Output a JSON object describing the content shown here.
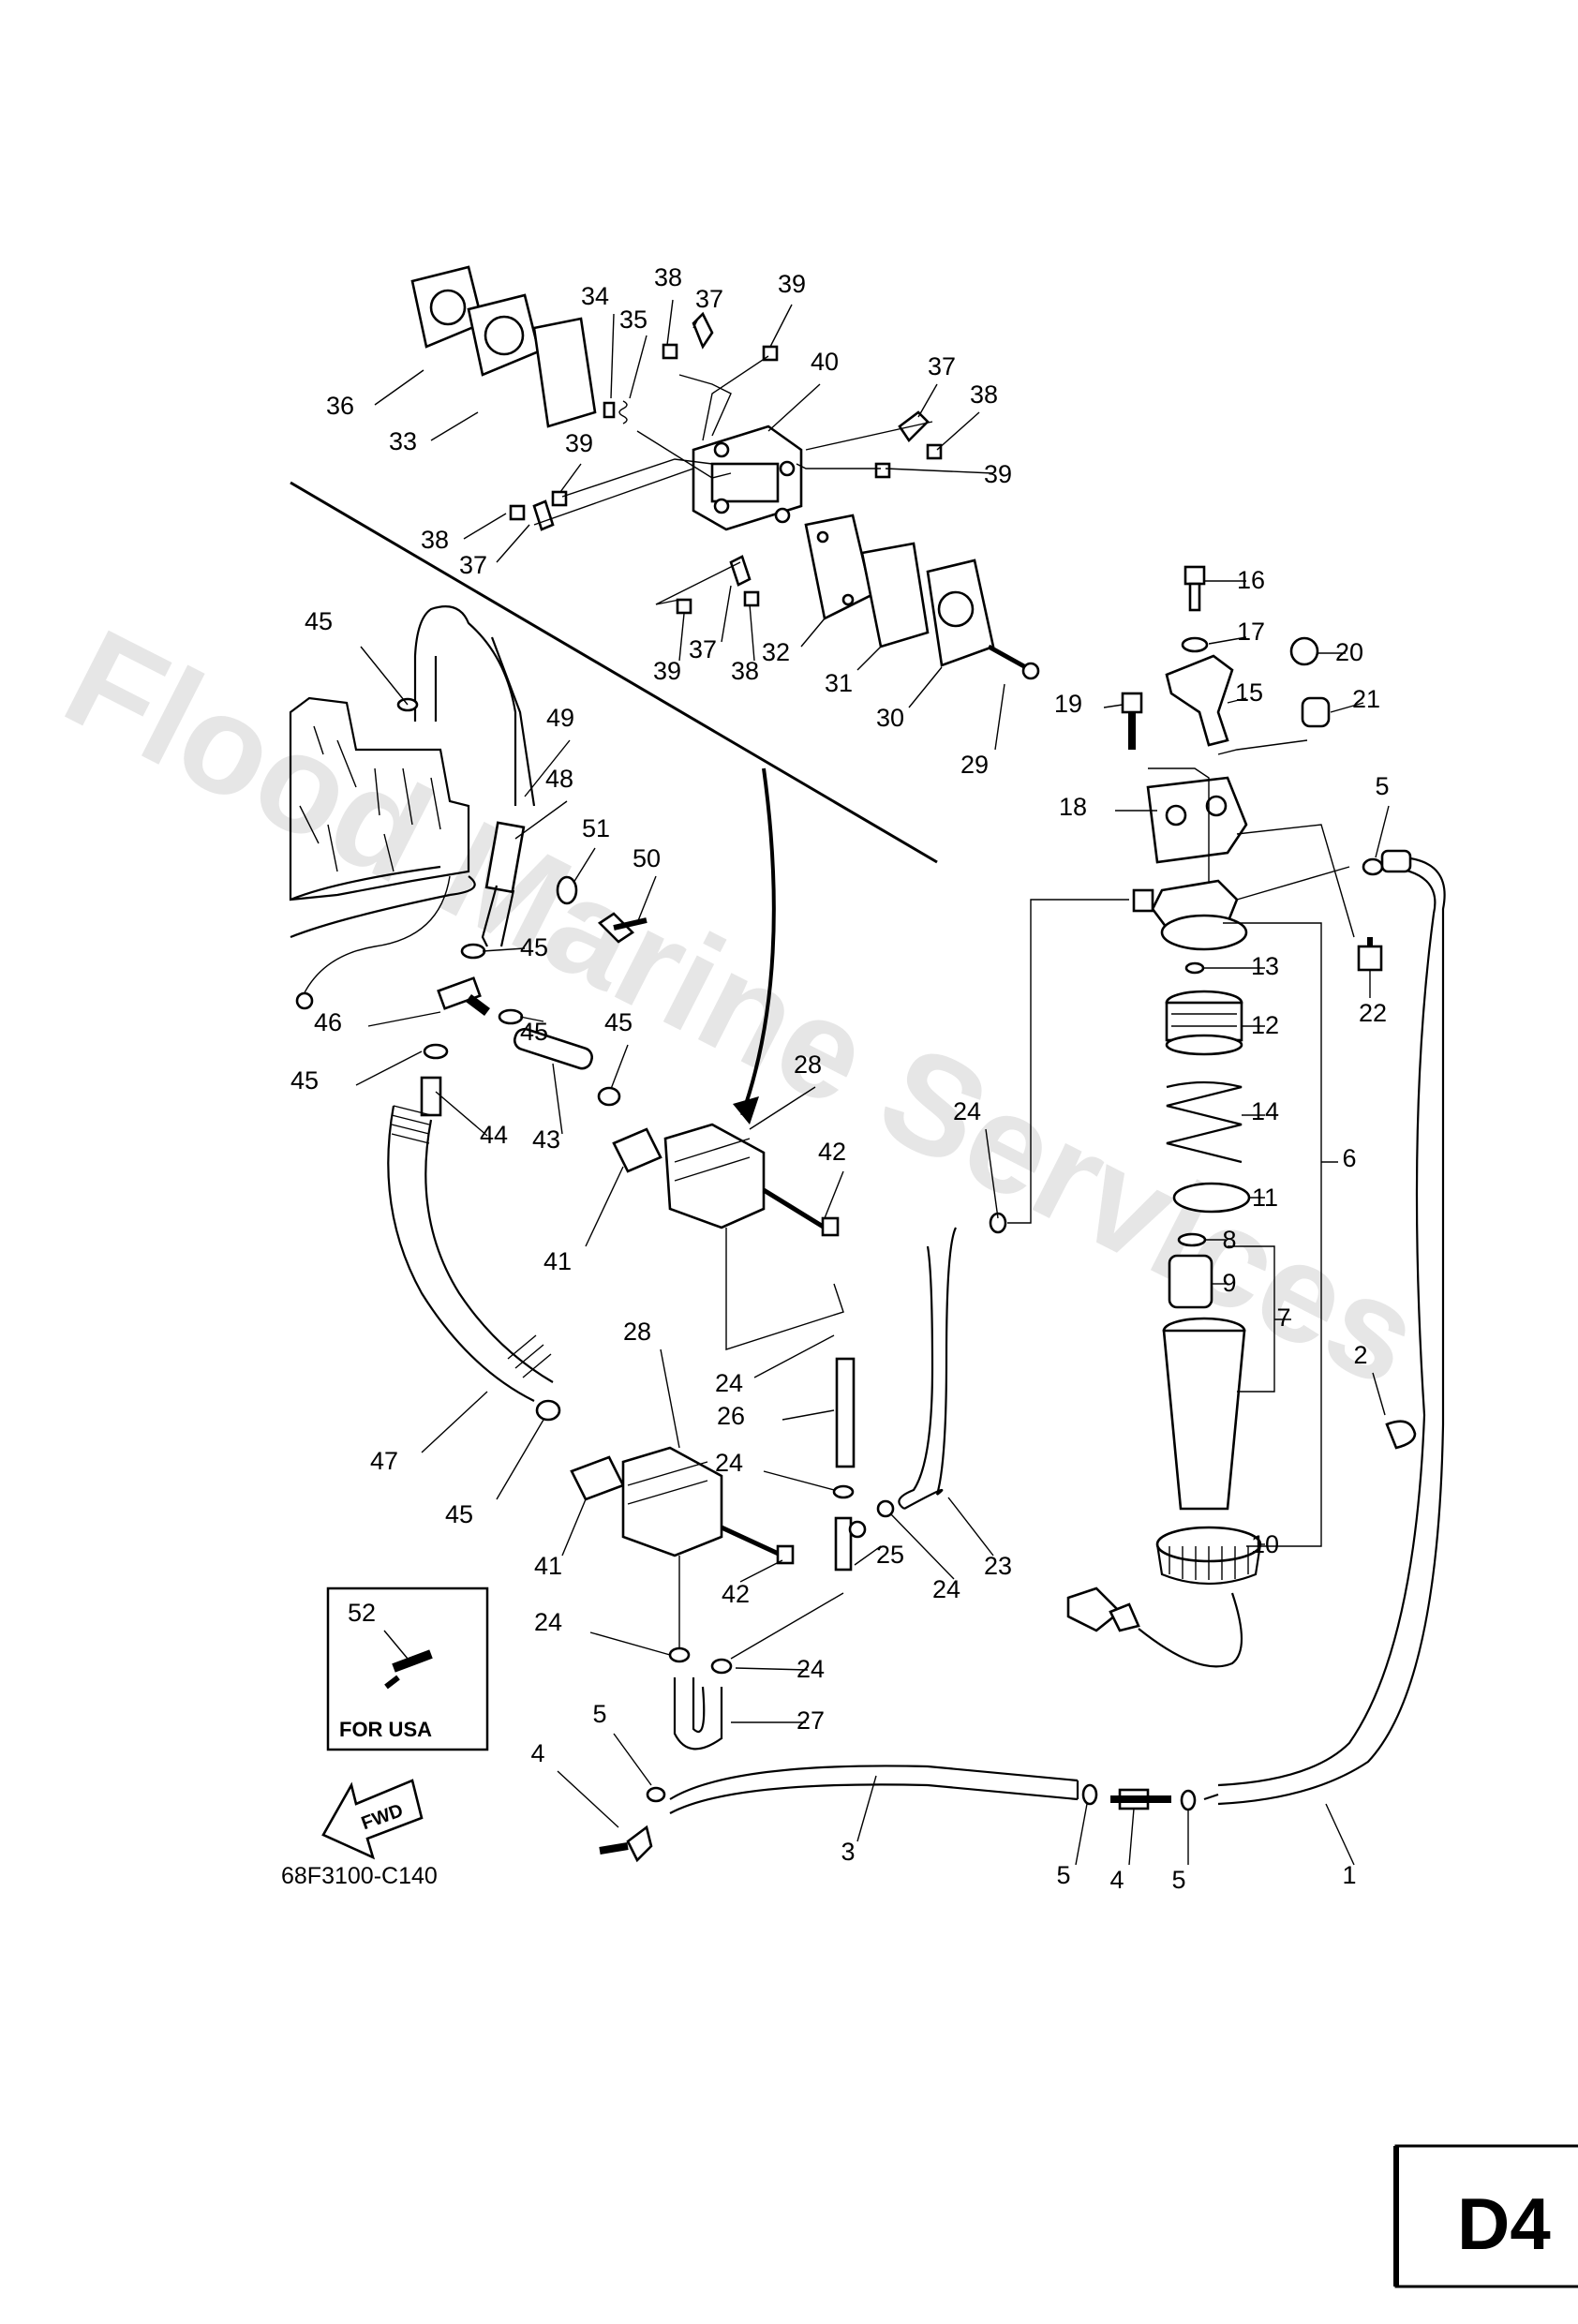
{
  "watermark": "Flood Marine Services",
  "drawing_code": "68F3100-C140",
  "section_code": "D4",
  "note_box_label": "FOR USA",
  "fwd_label": "FWD",
  "callouts": [
    {
      "id": "c1",
      "n": "1"
    },
    {
      "id": "c2",
      "n": "2"
    },
    {
      "id": "c3",
      "n": "3"
    },
    {
      "id": "c4a",
      "n": "4"
    },
    {
      "id": "c4b",
      "n": "4"
    },
    {
      "id": "c5a",
      "n": "5"
    },
    {
      "id": "c5b",
      "n": "5"
    },
    {
      "id": "c5c",
      "n": "5"
    },
    {
      "id": "c5d",
      "n": "5"
    },
    {
      "id": "c6",
      "n": "6"
    },
    {
      "id": "c7",
      "n": "7"
    },
    {
      "id": "c8",
      "n": "8"
    },
    {
      "id": "c9",
      "n": "9"
    },
    {
      "id": "c10",
      "n": "10"
    },
    {
      "id": "c11",
      "n": "11"
    },
    {
      "id": "c12",
      "n": "12"
    },
    {
      "id": "c13",
      "n": "13"
    },
    {
      "id": "c14",
      "n": "14"
    },
    {
      "id": "c15",
      "n": "15"
    },
    {
      "id": "c16",
      "n": "16"
    },
    {
      "id": "c17",
      "n": "17"
    },
    {
      "id": "c18",
      "n": "18"
    },
    {
      "id": "c19",
      "n": "19"
    },
    {
      "id": "c20",
      "n": "20"
    },
    {
      "id": "c21",
      "n": "21"
    },
    {
      "id": "c22",
      "n": "22"
    },
    {
      "id": "c23",
      "n": "23"
    },
    {
      "id": "c24a",
      "n": "24"
    },
    {
      "id": "c24b",
      "n": "24"
    },
    {
      "id": "c24c",
      "n": "24"
    },
    {
      "id": "c24d",
      "n": "24"
    },
    {
      "id": "c24e",
      "n": "24"
    },
    {
      "id": "c24f",
      "n": "24"
    },
    {
      "id": "c25",
      "n": "25"
    },
    {
      "id": "c26",
      "n": "26"
    },
    {
      "id": "c27",
      "n": "27"
    },
    {
      "id": "c28a",
      "n": "28"
    },
    {
      "id": "c28b",
      "n": "28"
    },
    {
      "id": "c29",
      "n": "29"
    },
    {
      "id": "c30",
      "n": "30"
    },
    {
      "id": "c31",
      "n": "31"
    },
    {
      "id": "c32",
      "n": "32"
    },
    {
      "id": "c33",
      "n": "33"
    },
    {
      "id": "c34",
      "n": "34"
    },
    {
      "id": "c35",
      "n": "35"
    },
    {
      "id": "c36",
      "n": "36"
    },
    {
      "id": "c37a",
      "n": "37"
    },
    {
      "id": "c37b",
      "n": "37"
    },
    {
      "id": "c37c",
      "n": "37"
    },
    {
      "id": "c37d",
      "n": "37"
    },
    {
      "id": "c38a",
      "n": "38"
    },
    {
      "id": "c38b",
      "n": "38"
    },
    {
      "id": "c38c",
      "n": "38"
    },
    {
      "id": "c38d",
      "n": "38"
    },
    {
      "id": "c39a",
      "n": "39"
    },
    {
      "id": "c39b",
      "n": "39"
    },
    {
      "id": "c39c",
      "n": "39"
    },
    {
      "id": "c39d",
      "n": "39"
    },
    {
      "id": "c40",
      "n": "40"
    },
    {
      "id": "c41a",
      "n": "41"
    },
    {
      "id": "c41b",
      "n": "41"
    },
    {
      "id": "c42a",
      "n": "42"
    },
    {
      "id": "c42b",
      "n": "42"
    },
    {
      "id": "c43",
      "n": "43"
    },
    {
      "id": "c44",
      "n": "44"
    },
    {
      "id": "c45a",
      "n": "45"
    },
    {
      "id": "c45b",
      "n": "45"
    },
    {
      "id": "c45c",
      "n": "45"
    },
    {
      "id": "c45d",
      "n": "45"
    },
    {
      "id": "c45e",
      "n": "45"
    },
    {
      "id": "c45f",
      "n": "45"
    },
    {
      "id": "c46",
      "n": "46"
    },
    {
      "id": "c47",
      "n": "47"
    },
    {
      "id": "c48",
      "n": "48"
    },
    {
      "id": "c49",
      "n": "49"
    },
    {
      "id": "c50",
      "n": "50"
    },
    {
      "id": "c51",
      "n": "51"
    },
    {
      "id": "c52",
      "n": "52"
    }
  ]
}
